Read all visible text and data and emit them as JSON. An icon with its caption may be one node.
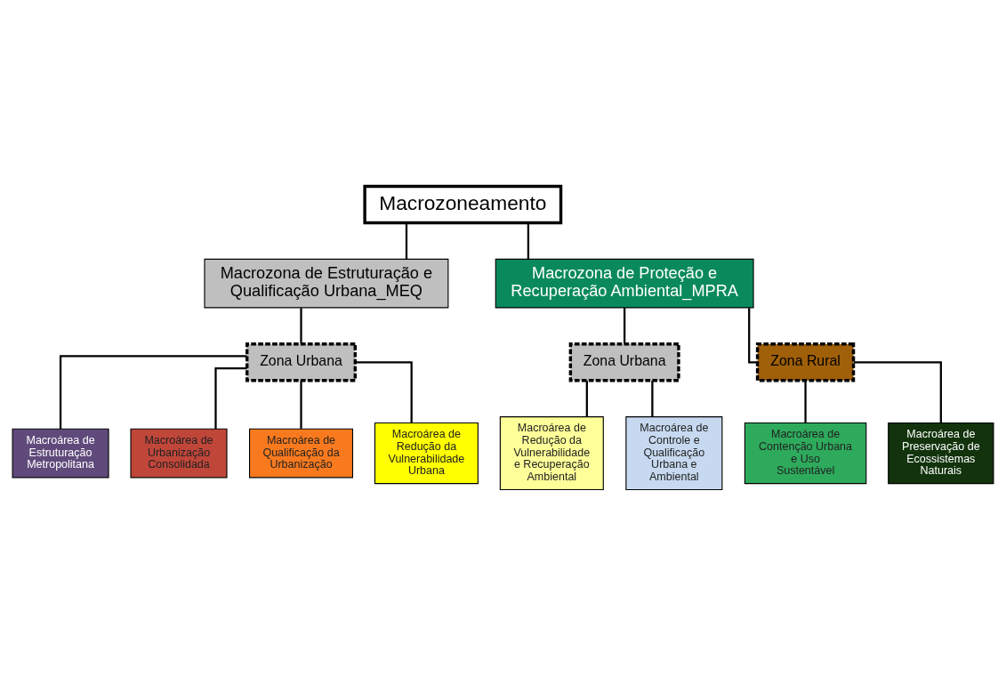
{
  "diagram": {
    "nodes": [
      {
        "text": [
          "Macrozoneamento"
        ]
      },
      {
        "text": [
          "Macrozona de Estruturação e Qualificação Urbana_MEQ"
        ]
      },
      {
        "text": [
          "Macrozona de Proteção e Recuperação Ambiental_MPRA"
        ]
      },
      {
        "text": [
          "Zona Urbana"
        ]
      },
      {
        "text": [
          "Macroárea de Estruturação Metropolitana"
        ]
      },
      {
        "text": [
          "Macroárea de Urbanização Consolidada"
        ]
      },
      {
        "text": [
          "Macroárea de Qualificação da Urbanização"
        ]
      },
      {
        "text": [
          "Macroárea de Redução da Vulnerabilidade Urbana"
        ]
      },
      {
        "text": [
          "Zona Urbana"
        ]
      },
      {
        "text": [
          "Zona Rural"
        ]
      },
      {
        "text": [
          "Macroárea de Redução da Vulnerabilidade e Recuperação Ambiental"
        ]
      },
      {
        "text": [
          "Macroárea de Controle e Qualificação Urbana e Ambiental"
        ]
      },
      {
        "text": [
          "Macroárea de Contenção Urbana e Uso Sustentável"
        ]
      },
      {
        "text": [
          "Macroárea de Preservação de Ecossistemas Naturais"
        ]
      }
    ],
    "edges": [
      {
        "from": 0,
        "to": 1,
        "arrow": "none"
      },
      {
        "from": 0,
        "to": 2,
        "arrow": "none"
      },
      {
        "from": 1,
        "to": 3,
        "arrow": "none"
      },
      {
        "from": 3,
        "to": 4,
        "arrow": "none"
      },
      {
        "from": 3,
        "to": 5,
        "arrow": "none"
      },
      {
        "from": 3,
        "to": 6,
        "arrow": "none"
      },
      {
        "from": 3,
        "to": 7,
        "arrow": "none"
      },
      {
        "from": 2,
        "to": 8,
        "arrow": "none"
      },
      {
        "from": 2,
        "to": 9,
        "arrow": "none"
      },
      {
        "from": 8,
        "to": 10,
        "arrow": "none"
      },
      {
        "from": 8,
        "to": 11,
        "arrow": "none"
      },
      {
        "from": 9,
        "to": 12,
        "arrow": "none"
      },
      {
        "from": 9,
        "to": 13,
        "arrow": "none"
      }
    ]
  }
}
